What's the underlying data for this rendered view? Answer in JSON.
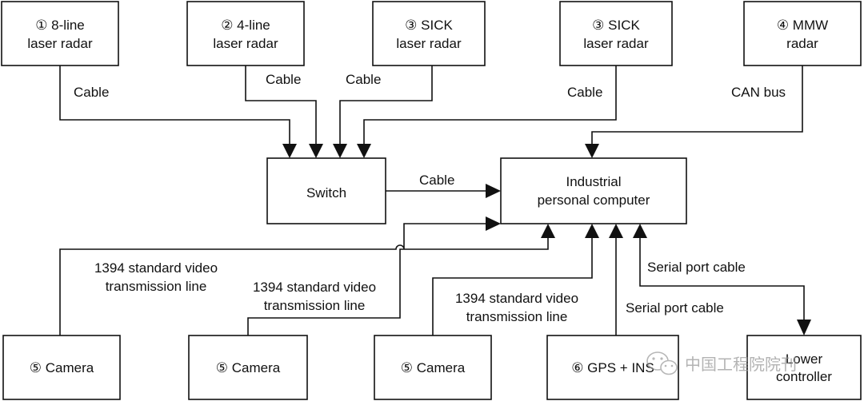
{
  "nodes": {
    "radar8": [
      "① 8-line",
      "laser radar"
    ],
    "radar4": [
      "② 4-line",
      "laser radar"
    ],
    "sick1": [
      "③ SICK",
      "laser radar"
    ],
    "sick2": [
      "③ SICK",
      "laser radar"
    ],
    "mmw": [
      "④ MMW",
      "radar"
    ],
    "switch": [
      "Switch"
    ],
    "ipc": [
      "Industrial",
      "personal computer"
    ],
    "camera1": [
      "⑤ Camera"
    ],
    "camera2": [
      "⑤ Camera"
    ],
    "camera3": [
      "⑤ Camera"
    ],
    "gps": [
      "⑥ GPS + INS"
    ],
    "lower": [
      "Lower",
      "controller"
    ]
  },
  "connections": {
    "radar8_cable": "Cable",
    "radar4_cable": "Cable",
    "sick1_cable": "Cable",
    "sick2_cable": "Cable",
    "mmw_bus": "CAN bus",
    "switch_cable": "Cable",
    "cam1_line": [
      "1394 standard video",
      "transmission line"
    ],
    "cam2_line": [
      "1394 standard video",
      "transmission line"
    ],
    "cam3_line": [
      "1394 standard video",
      "transmission line"
    ],
    "gps_serial": "Serial port cable",
    "lower_serial": "Serial port cable"
  },
  "watermark": "中国工程院院刊"
}
